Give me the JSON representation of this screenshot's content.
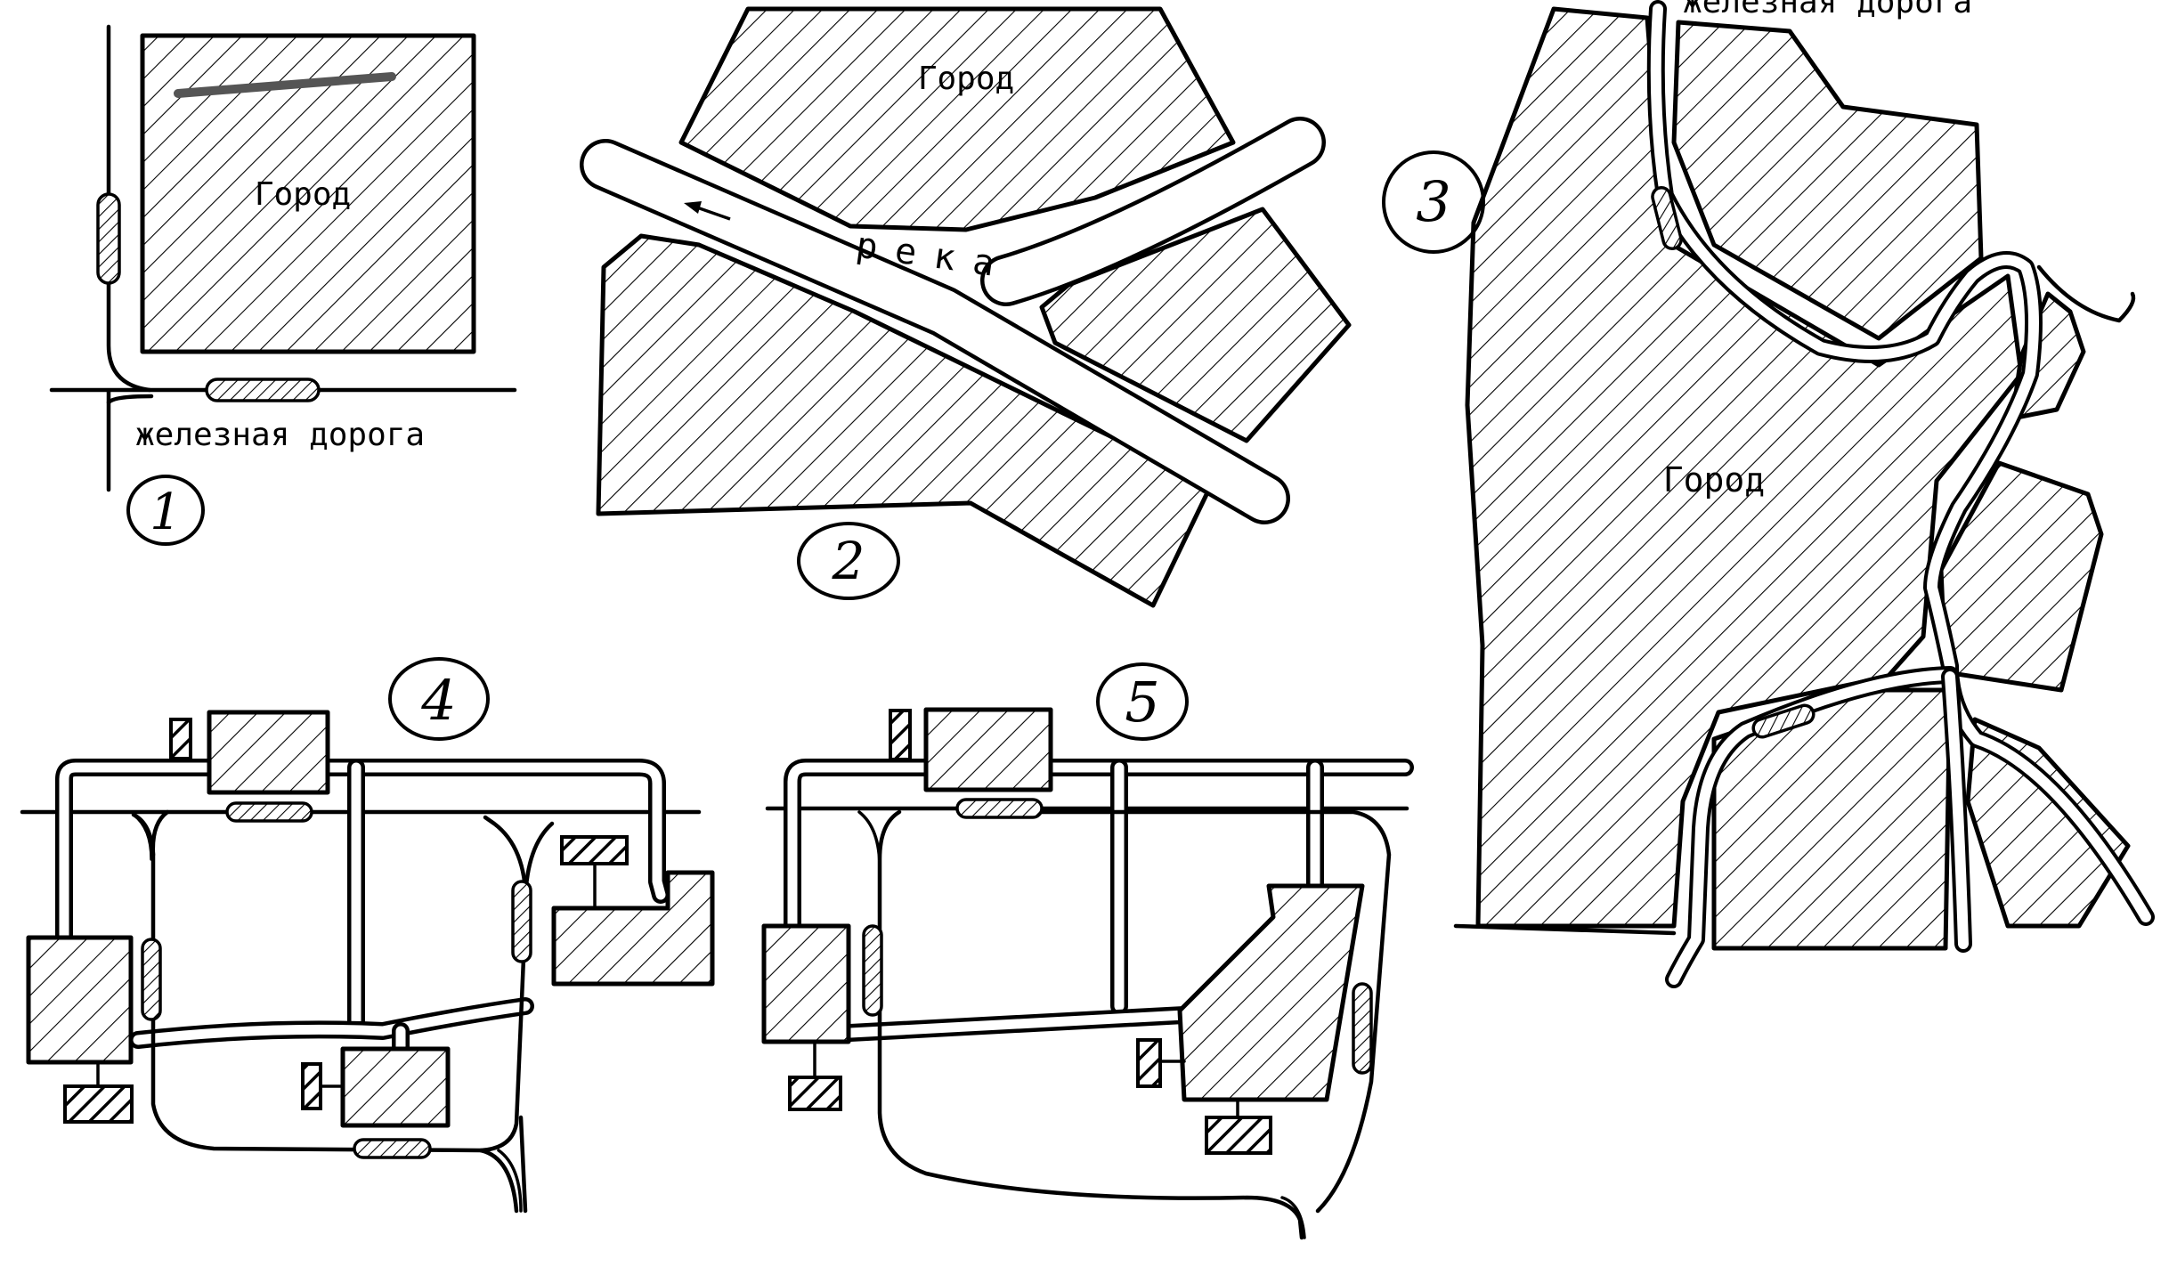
{
  "labels": {
    "city_1": "Город",
    "railway_1": "железная дорога",
    "city_2": "Город",
    "river_2": "река",
    "railway_3": "железная дорога",
    "city_3": "Город"
  },
  "diagram_numbers": [
    "1",
    "2",
    "3",
    "4",
    "5"
  ],
  "colors": {
    "ink": "#000000",
    "paper": "#ffffff"
  },
  "icons": {
    "station": "hatched-rounded-bar",
    "warehouse": "bold-hatched-rectangle",
    "river_flow": "arrow-left"
  }
}
